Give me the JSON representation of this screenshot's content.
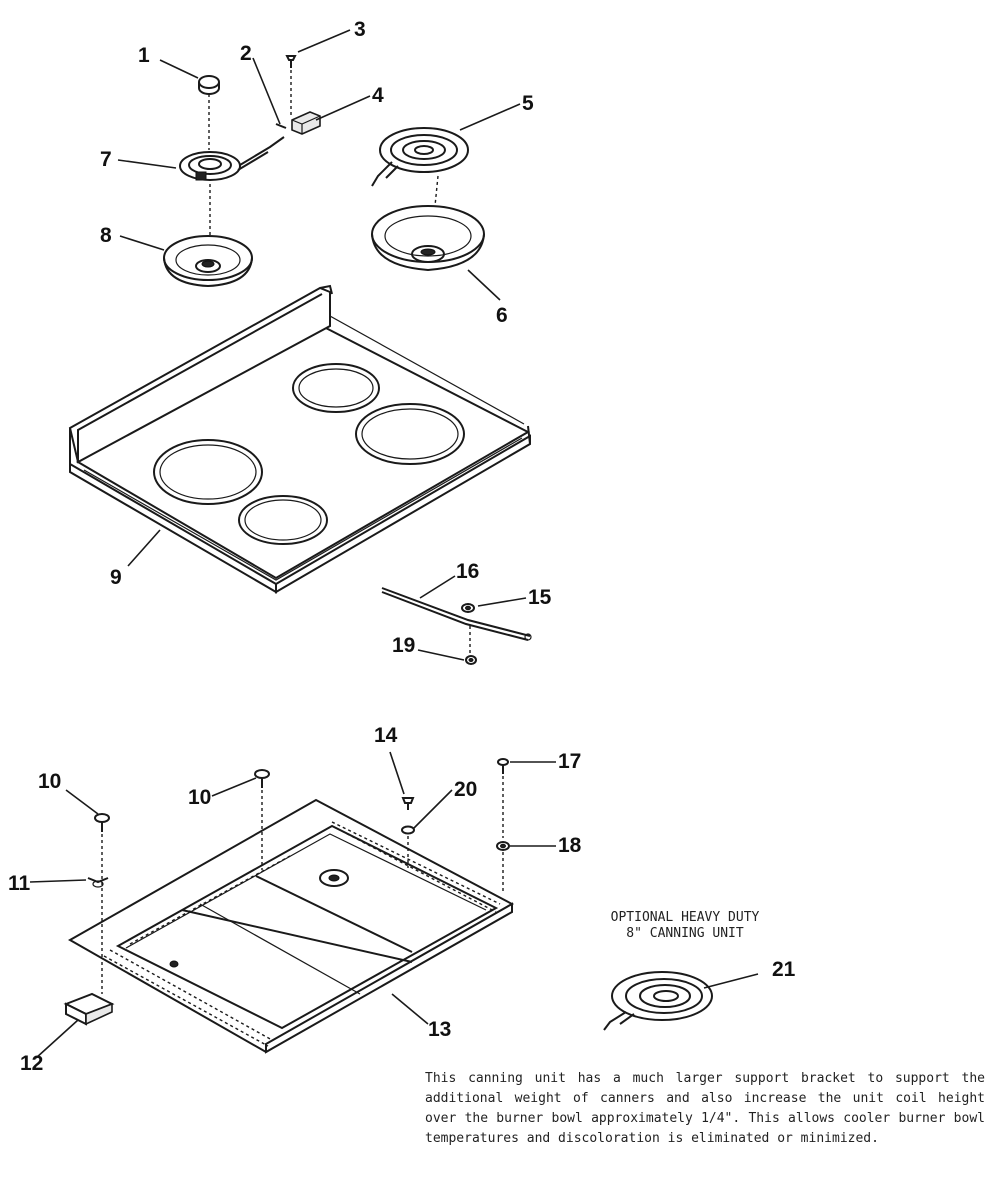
{
  "callouts": {
    "c1": "1",
    "c2": "2",
    "c3": "3",
    "c4": "4",
    "c5": "5",
    "c6": "6",
    "c7": "7",
    "c8": "8",
    "c9": "9",
    "c10a": "10",
    "c10b": "10",
    "c11": "11",
    "c12": "12",
    "c13": "13",
    "c14": "14",
    "c15": "15",
    "c16": "16",
    "c17": "17",
    "c18": "18",
    "c19": "19",
    "c20": "20",
    "c21": "21"
  },
  "optional_title": {
    "line1": "OPTIONAL HEAVY DUTY",
    "line2": "8\" CANNING UNIT"
  },
  "canning_note": "This canning unit has a much larger support bracket to support the additional weight of canners and also increase the unit coil height over the burner bowl approximately 1/4\". This allows cooler burner bowl temperatures and discoloration is eliminated or minimized."
}
